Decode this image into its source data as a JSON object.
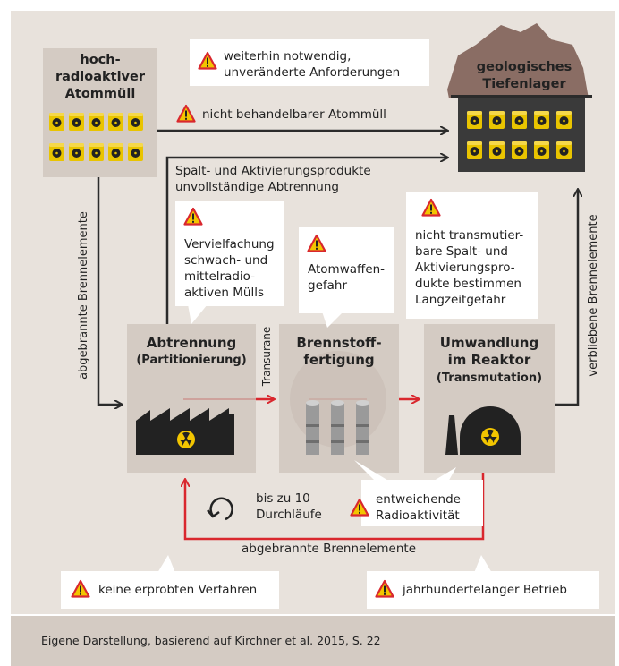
{
  "boxes": {
    "atommuell": "hoch-\nradioaktiver\nAtommüll",
    "tiefenlager": "geologisches\nTiefenlager",
    "abtrennung_title": "Abtrennung",
    "abtrennung_sub": "(Partitionierung)",
    "brennstoff": "Brennstoff-\nfertigung",
    "umwandlung_title": "Umwandlung\nim Reaktor",
    "umwandlung_sub": "(Transmutation)"
  },
  "arrows": {
    "nicht_behandelbar": "nicht behandelbarer Atommüll",
    "spalt": "Spalt- und Aktivierungsprodukte\nunvollständige Abtrennung",
    "abgebrannt_left": "abgebrannte Brennelemente",
    "verblieben": "verbliebene Brennelemente",
    "transurane": "Transurane",
    "abgebrannt_bottom": "abgebrannte Brennelemente",
    "durchlaeufe": "bis zu 10\nDurchläufe"
  },
  "callouts": {
    "weiterhin": "weiterhin notwendig,\nunveränderte Anforderungen",
    "vervielfachung": "Vervielfachung\nschwach- und\nmittelradio-\naktiven Mülls",
    "atomwaffen": "Atomwaffen-\ngefahr",
    "nicht_transmutierbar": "nicht transmutier-\nbare Spalt- und\nAktivierungspro-\ndukte bestimmen\nLangzeitgefahr",
    "entweichend": "entweichende\nRadioaktivität",
    "keine_erprobten": "keine erprobten Verfahren",
    "jahrhundert": "jahrhundertelanger Betrieb"
  },
  "footer": "Eigene Darstellung, basierend auf Kirchner et al. 2015, S. 22",
  "colors": {
    "background": "#e8e2dc",
    "box": "#d4cbc3",
    "dark_arrow": "#2b2b2b",
    "red_arrow": "#d9272e",
    "warning_yellow": "#f2c500",
    "barrel_yellow": "#e9c400",
    "mountain": "#8a6d64",
    "footer_bg": "#d4cbc3"
  }
}
